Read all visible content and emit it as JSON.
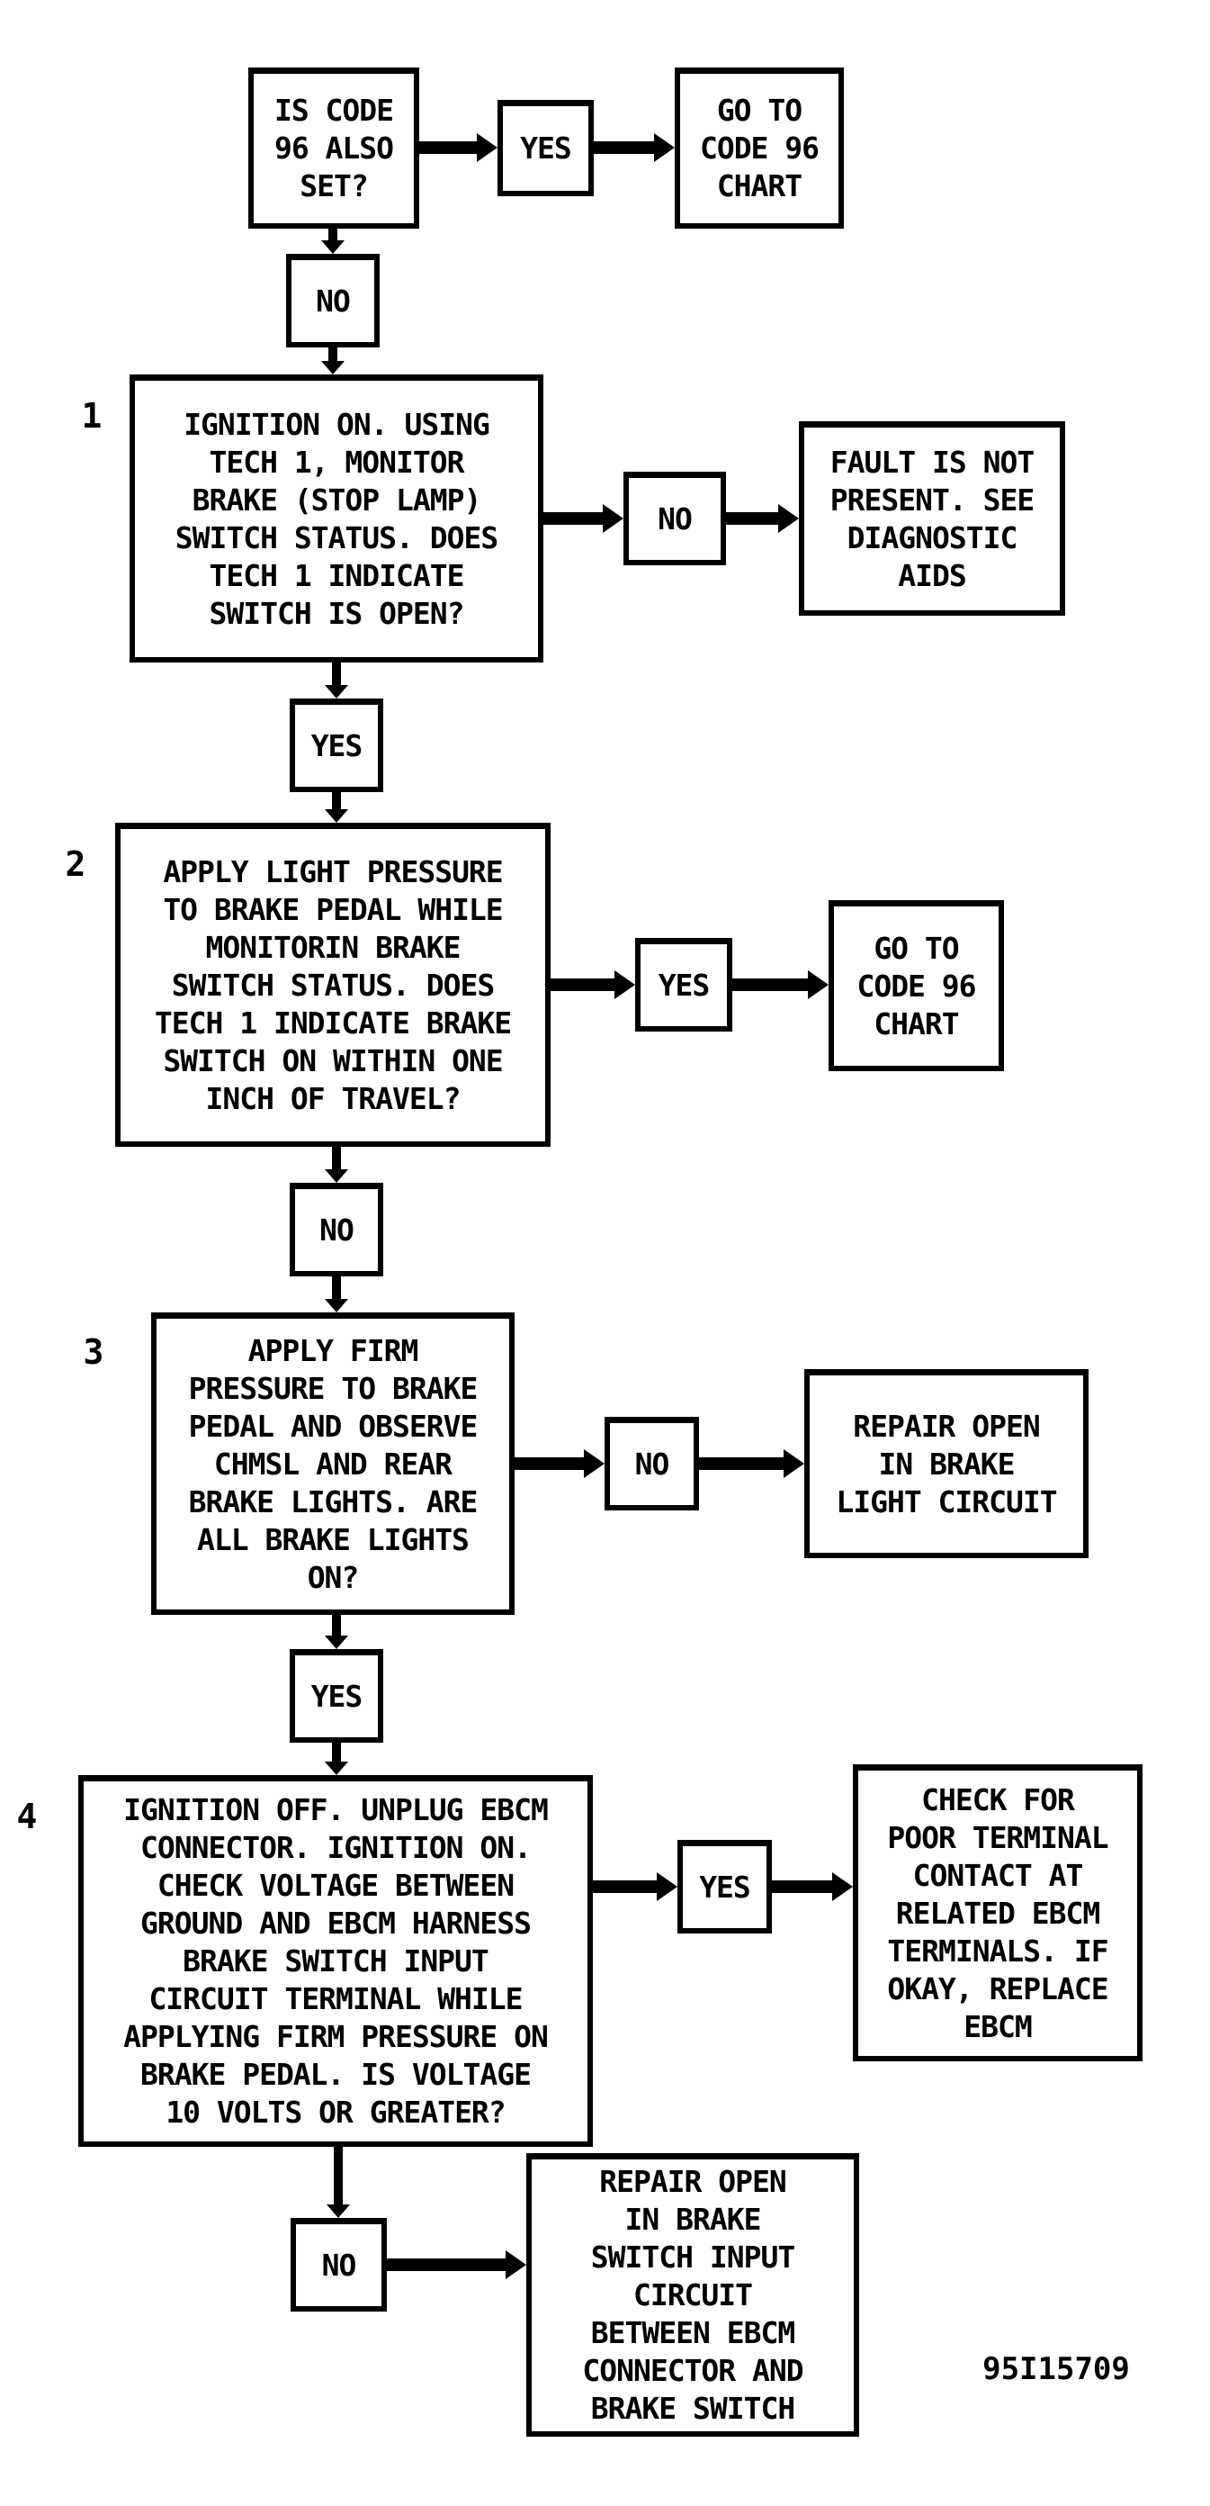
{
  "page": {
    "background": "#ffffff",
    "ink": "#000000",
    "figure_id": "95I15709"
  },
  "nodes": {
    "start_question": {
      "text": "IS CODE\n96 ALSO\nSET?"
    },
    "yes_top": {
      "label": "YES"
    },
    "goto_code96_top": {
      "text": "GO TO\nCODE 96\nCHART"
    },
    "no_top": {
      "label": "NO"
    },
    "step1": {
      "number": "1",
      "text": "IGNITION ON. USING\nTECH 1, MONITOR\nBRAKE (STOP LAMP)\nSWITCH STATUS. DOES\nTECH 1 INDICATE\nSWITCH IS OPEN?"
    },
    "no1": {
      "label": "NO"
    },
    "result_fault_not_present": {
      "text": "FAULT IS NOT\nPRESENT. SEE\nDIAGNOSTIC\nAIDS"
    },
    "yes1": {
      "label": "YES"
    },
    "step2": {
      "number": "2",
      "text": "APPLY LIGHT PRESSURE\nTO BRAKE PEDAL WHILE\nMONITORIN BRAKE\nSWITCH STATUS. DOES\nTECH 1 INDICATE BRAKE\nSWITCH ON WITHIN ONE\nINCH OF TRAVEL?"
    },
    "yes2": {
      "label": "YES"
    },
    "goto_code96_mid": {
      "text": "GO TO\nCODE 96\nCHART"
    },
    "no2": {
      "label": "NO"
    },
    "step3": {
      "number": "3",
      "text": "APPLY FIRM\nPRESSURE TO BRAKE\nPEDAL AND OBSERVE\nCHMSL AND REAR\nBRAKE LIGHTS. ARE\nALL BRAKE LIGHTS\nON?"
    },
    "no3": {
      "label": "NO"
    },
    "result_repair_brake_light": {
      "text": "REPAIR OPEN\nIN BRAKE\nLIGHT CIRCUIT"
    },
    "yes3": {
      "label": "YES"
    },
    "step4": {
      "number": "4",
      "text": "IGNITION OFF. UNPLUG EBCM\nCONNECTOR. IGNITION ON.\nCHECK VOLTAGE BETWEEN\nGROUND AND EBCM HARNESS\nBRAKE SWITCH INPUT\nCIRCUIT TERMINAL WHILE\nAPPLYING FIRM PRESSURE ON\nBRAKE PEDAL. IS VOLTAGE\n10 VOLTS OR GREATER?"
    },
    "yes4": {
      "label": "YES"
    },
    "result_check_terminal": {
      "text": "CHECK FOR\nPOOR TERMINAL\nCONTACT AT\nRELATED EBCM\nTERMINALS. IF\nOKAY, REPLACE\nEBCM"
    },
    "no4": {
      "label": "NO"
    },
    "result_repair_switch_input": {
      "text": "REPAIR OPEN\nIN BRAKE\nSWITCH INPUT\nCIRCUIT\nBETWEEN EBCM\nCONNECTOR AND\nBRAKE SWITCH"
    }
  }
}
